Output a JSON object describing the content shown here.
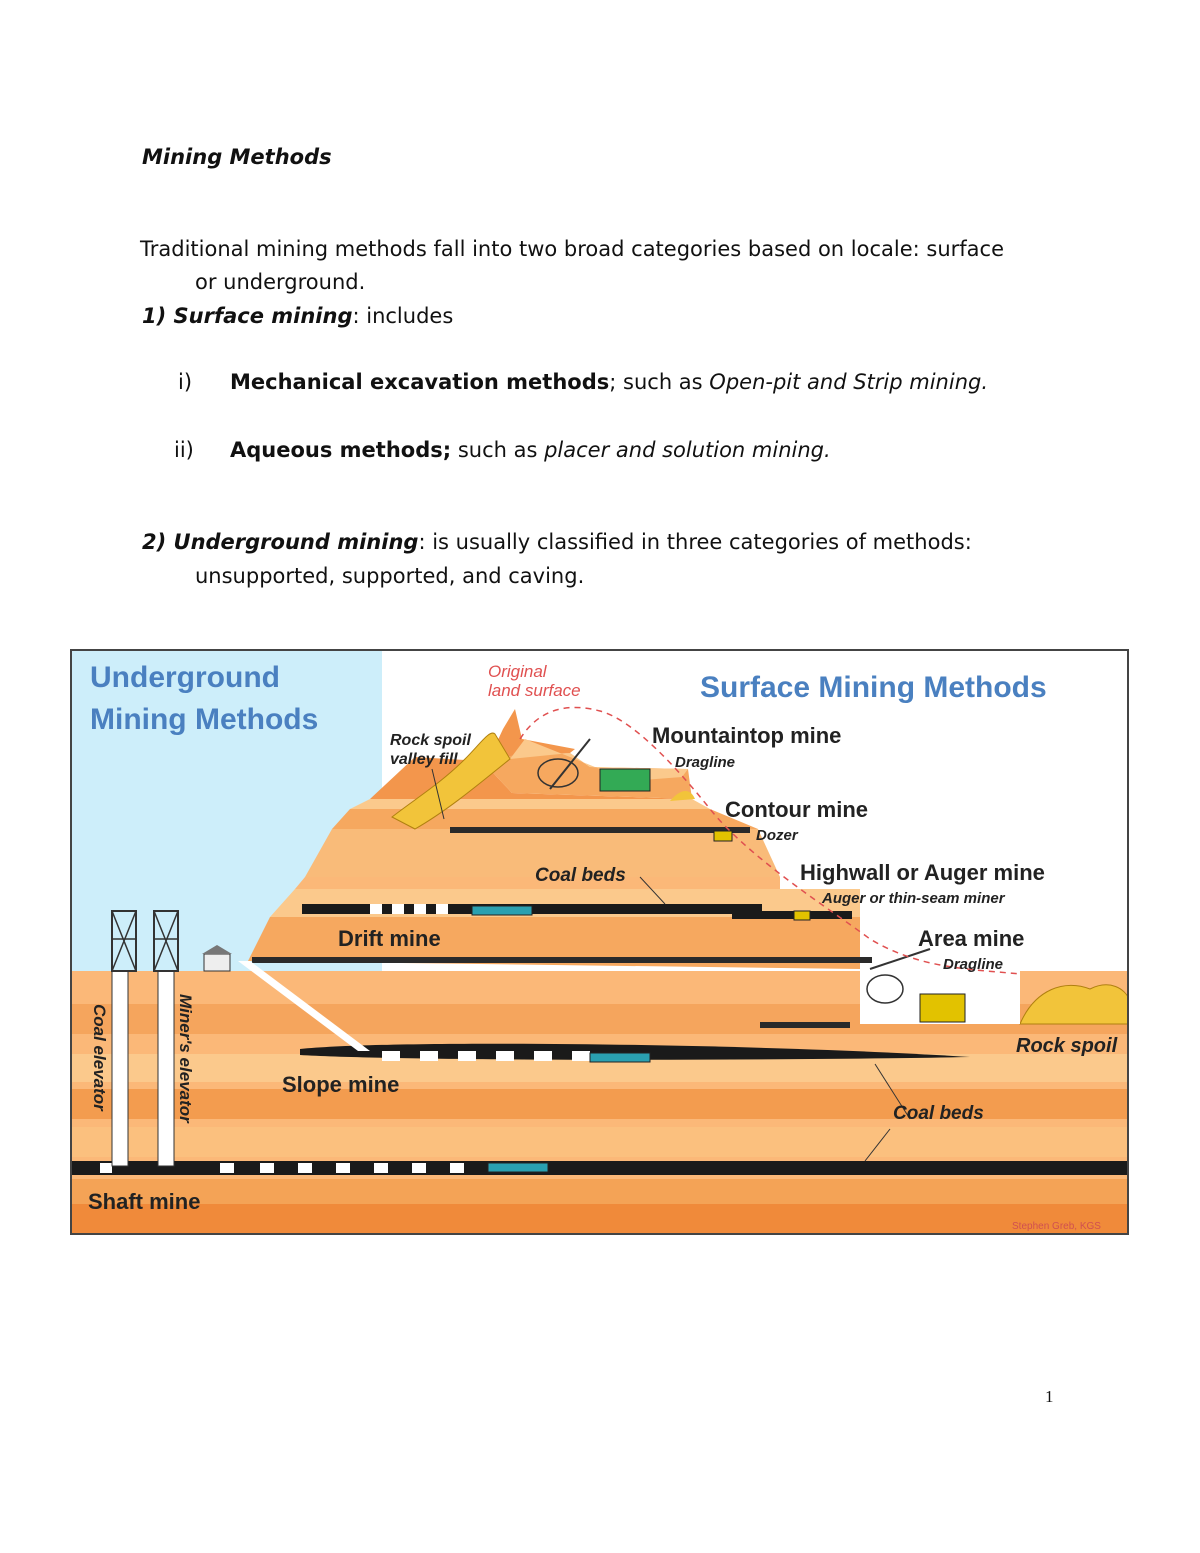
{
  "heading": "Mining Methods",
  "intro": {
    "line1": "Traditional mining methods fall into two broad categories based on locale: surface",
    "line2": "or underground."
  },
  "surface": {
    "label": "1) Surface mining",
    "rest": ": includes",
    "items": [
      {
        "num": "i)",
        "bold": "Mechanical excavation methods",
        "plain": "; such as ",
        "italic": "Open-pit and Strip mining."
      },
      {
        "num": "ii)",
        "bold": "Aqueous methods;",
        "plain": " such as ",
        "italic": "placer and solution mining."
      }
    ]
  },
  "underground": {
    "label": "2) Underground mining",
    "rest": ": is usually classified in three categories of methods:",
    "line2": "unsupported, supported, and caving."
  },
  "diagram": {
    "ug_title_1": "Underground",
    "ug_title_2": "Mining  Methods",
    "surface_title": "Surface Mining  Methods",
    "original_1": "Original",
    "original_2": "land surface",
    "rock_spoil_1": "Rock spoil",
    "rock_spoil_2": "valley fill",
    "mountaintop": "Mountaintop mine",
    "mountaintop_sub": "Dragline",
    "contour": "Contour mine",
    "contour_sub": "Dozer",
    "highwall": "Highwall or Auger mine",
    "highwall_sub": "Auger  or  thin-seam  miner",
    "coal_beds_top": "Coal  beds",
    "drift": "Drift mine",
    "area": "Area mine",
    "area_sub": "Dragline",
    "rock_spoil": "Rock spoil",
    "coal_elevator": "Coal elevator",
    "miners_elevator": "Miner's elevator",
    "slope": "Slope mine",
    "coal_beds_bottom": "Coal  beds",
    "shaft": "Shaft mine",
    "credit": "Stephen Greb, KGS"
  },
  "page_number": "1"
}
